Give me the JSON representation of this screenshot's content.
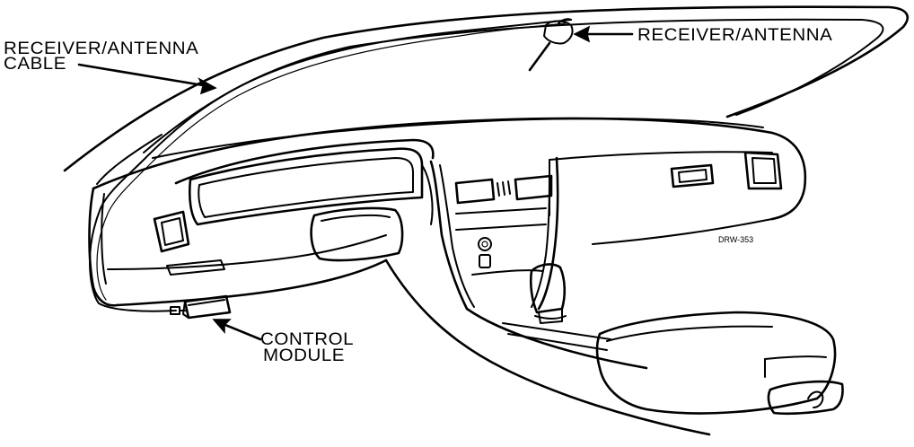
{
  "diagram": {
    "labels": {
      "receiver_antenna": "RECEIVER/ANTENNA",
      "cable_line1": "RECEIVER/ANTENNA",
      "cable_line2": "CABLE",
      "control_line1": "CONTROL",
      "control_line2": "MODULE",
      "drawing_code": "DRW-353"
    }
  }
}
